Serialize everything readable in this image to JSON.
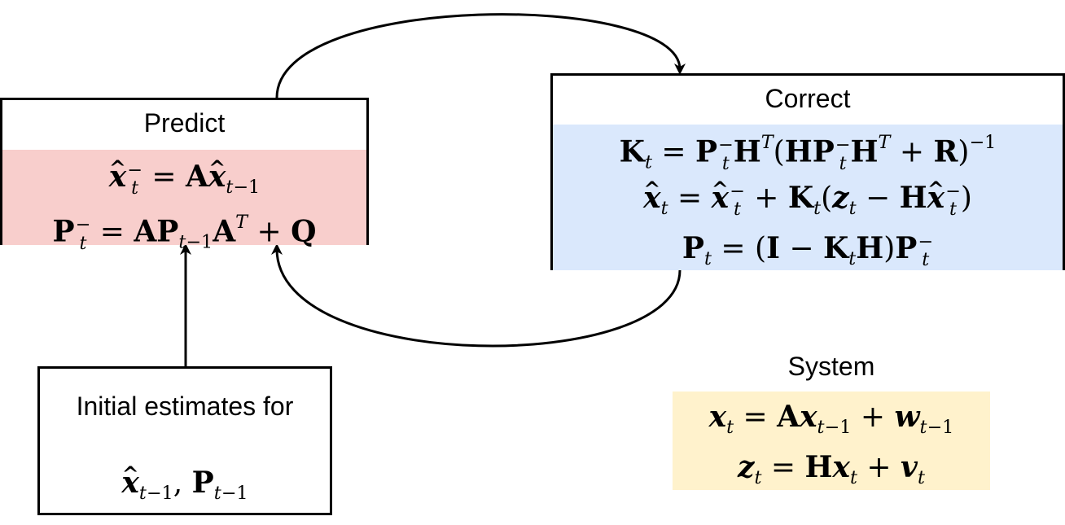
{
  "predict": {
    "title": "Predict",
    "color": "#f8cecc"
  },
  "correct": {
    "title": "Correct",
    "color": "#dae8fc"
  },
  "initial": {
    "title": "Initial estimates for"
  },
  "system": {
    "title": "System",
    "color": "#fff2cc"
  },
  "arrows": [
    "predict-to-correct",
    "correct-to-predict",
    "initial-to-predict"
  ]
}
